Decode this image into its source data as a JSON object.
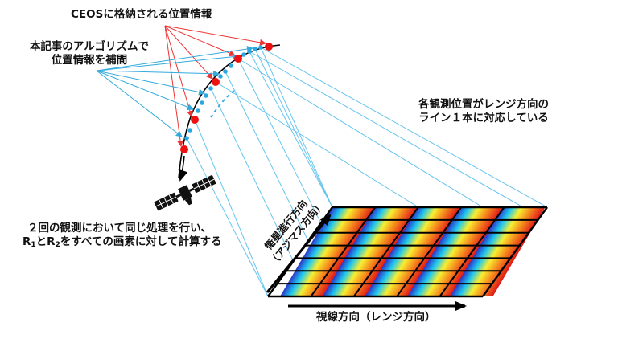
{
  "labels": {
    "ceos": "CEOSに格納される位置情報",
    "interp_line1": "本記事のアルゴリズムで",
    "interp_line2": "位置情報を補間",
    "obs_line1": "各観測位置がレンジ方向の",
    "obs_line2": "ライン１本に対応している",
    "proc_line1": "２回の観測において同じ処理を行い、",
    "proc_r1": "R",
    "proc_r1_sub": "1",
    "proc_to": "と",
    "proc_r2": "R",
    "proc_r2_sub": "2",
    "proc_rest": "をすべての画素に対して計算する",
    "azimuth_line1": "衛星進行方向",
    "azimuth_line2": "（アジマス方向）",
    "range": "視線方向（レンジ方向）"
  },
  "colors": {
    "ceos_point": "#ee1111",
    "interp_point": "#2aa8e0",
    "ceos_arrow": "#ee3333",
    "interp_arrow": "#33aadd",
    "beam": "#66c4ee",
    "grid": "#000000"
  },
  "icons": [
    "satellite-icon"
  ]
}
